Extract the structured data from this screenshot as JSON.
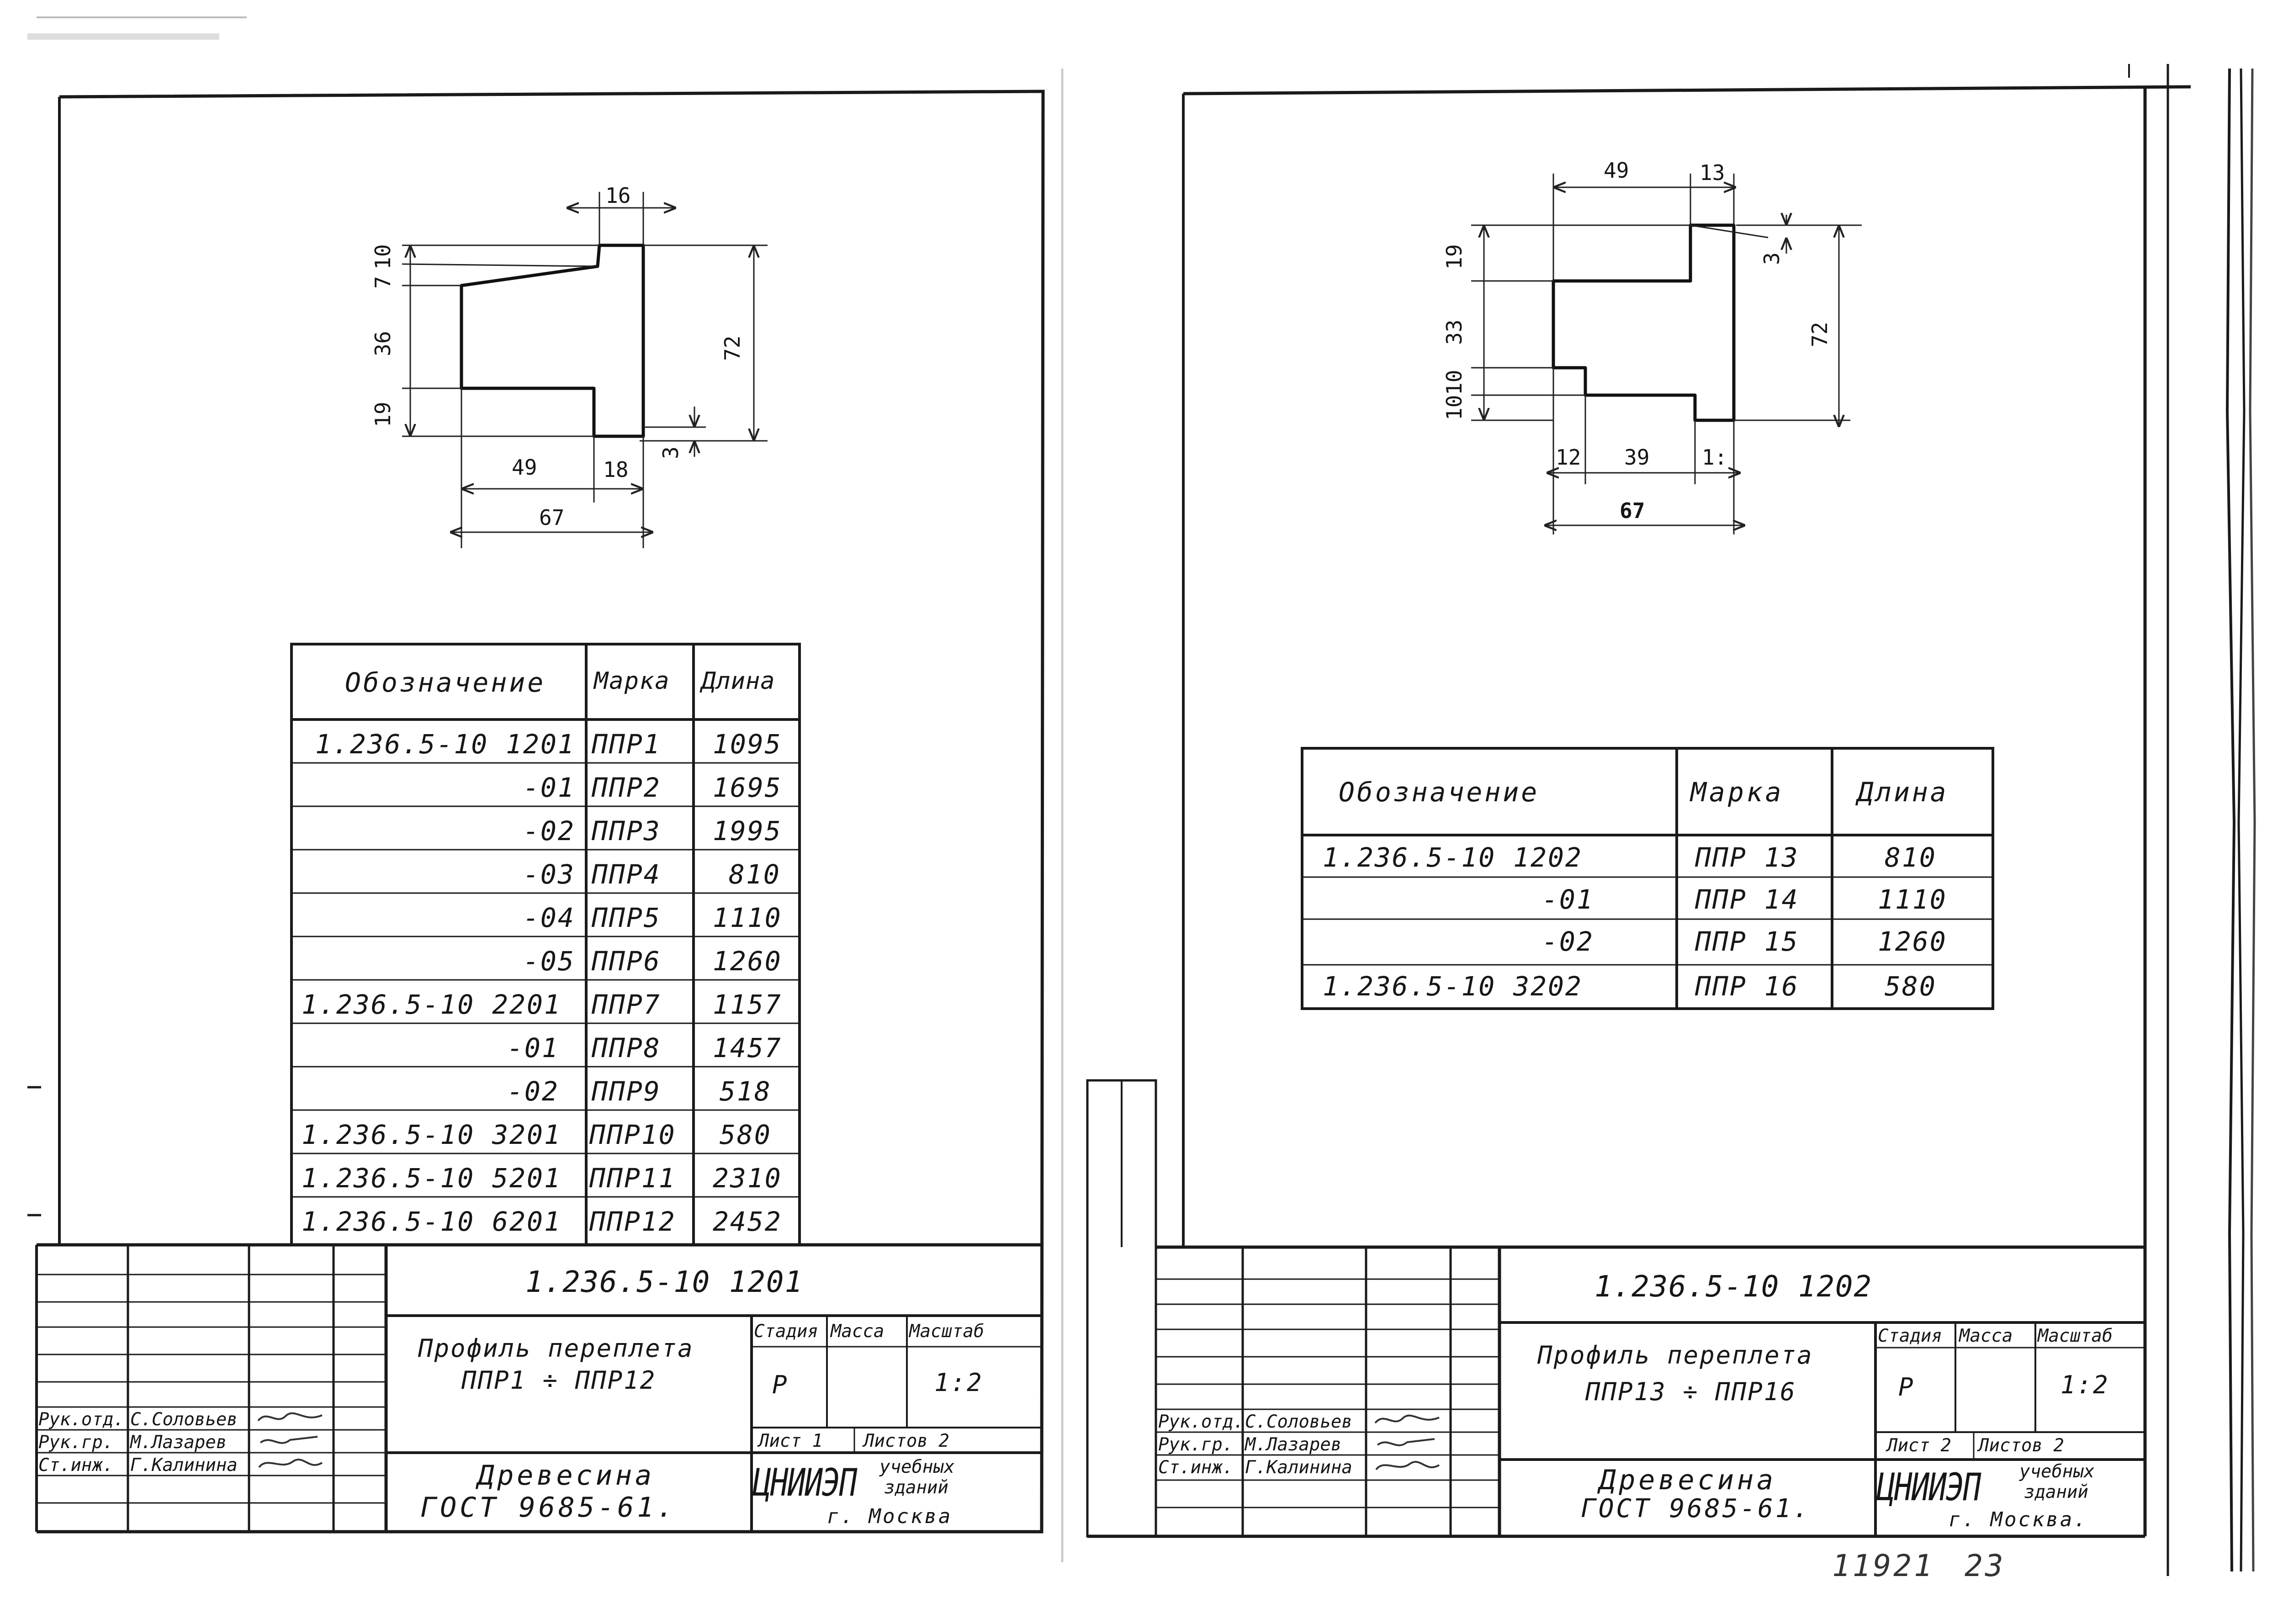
{
  "sheets": [
    {
      "dims": {
        "top_width": "16",
        "left_top": "7",
        "left_top2": "10",
        "left_mid": "36",
        "left_bottom": "19",
        "right_height": "72",
        "bottom_left": "49",
        "bottom_right": "18",
        "overall": "67",
        "lip": "3"
      },
      "table": {
        "headers": [
          "Обозначение",
          "Марка",
          "Длина"
        ],
        "rows": [
          [
            "1.236.5-10  1201",
            "ППР1",
            "1095"
          ],
          [
            "-01",
            "ППР2",
            "1695"
          ],
          [
            "-02",
            "ППР3",
            "1995"
          ],
          [
            "-03",
            "ППР4",
            "810"
          ],
          [
            "-04",
            "ППР5",
            "1110"
          ],
          [
            "-05",
            "ППР6",
            "1260"
          ],
          [
            "1.236.5-10  2201",
            "ППР7",
            "1157"
          ],
          [
            "-01",
            "ППР8",
            "1457"
          ],
          [
            "-02",
            "ППР9",
            "518"
          ],
          [
            "1.236.5-10  3201",
            "ППР10",
            "580"
          ],
          [
            "1.236.5-10  5201",
            "ППР11",
            "2310"
          ],
          [
            "1.236.5-10  6201",
            "ППР12",
            "2452"
          ]
        ]
      },
      "title_block": {
        "code": "1.236.5-10  1201",
        "title_line1": "Профиль переплета",
        "title_line2": "ППР1 ÷ ППР12",
        "stage_label": "Стадия",
        "mass_label": "Масса",
        "scale_label": "Масштаб",
        "stage": "Р",
        "mass": "",
        "scale": "1:2",
        "sheet": "Лист 1",
        "sheets": "Листов 2",
        "material": "Древесина",
        "standard": "ГОСТ 9685-61.",
        "org": "ЦНИИЭП",
        "org_line1": "учебных",
        "org_line2": "зданий",
        "city": "г. Москва",
        "roles": [
          {
            "role": "Рук.отд.",
            "name": "С.Соловьев"
          },
          {
            "role": "Рук.гр.",
            "name": "М.Лазарев"
          },
          {
            "role": "Ст.инж.",
            "name": "Г.Калинина"
          }
        ]
      }
    },
    {
      "dims": {
        "top_left": "49",
        "top_right": "13",
        "left_top": "19",
        "left_mid": "33",
        "left_bot1": "10",
        "left_bot2": "10",
        "right_height": "72",
        "lip": "3",
        "bottom_a": "12",
        "bottom_b": "39",
        "bottom_c": "1:",
        "overall": "67"
      },
      "table": {
        "headers": [
          "Обозначение",
          "Марка",
          "Длина"
        ],
        "rows": [
          [
            "1.236.5-10  1202",
            "ППР 13",
            "810"
          ],
          [
            "-01",
            "ППР 14",
            "1110"
          ],
          [
            "-02",
            "ППР 15",
            "1260"
          ],
          [
            "1.236.5-10  3202",
            "ППР 16",
            "580"
          ]
        ]
      },
      "title_block": {
        "code": "1.236.5-10  1202",
        "title_line1": "Профиль переплета",
        "title_line2": "ППР13 ÷ ППР16",
        "stage_label": "Стадия",
        "mass_label": "Масса",
        "scale_label": "Масштаб",
        "stage": "Р",
        "mass": "",
        "scale": "1:2",
        "sheet": "Лист 2",
        "sheets": "Листов 2",
        "material": "Древесина",
        "standard": "ГОСТ 9685-61.",
        "org": "ЦНИИЭП",
        "org_line1": "учебных",
        "org_line2": "зданий",
        "city": "г. Москва.",
        "roles": [
          {
            "role": "Рук.отд.",
            "name": "С.Соловьев"
          },
          {
            "role": "Рук.гр.",
            "name": "М.Лазарев"
          },
          {
            "role": "Ст.инж.",
            "name": "Г.Калинина"
          }
        ]
      }
    }
  ],
  "footer": {
    "inventory": "11921",
    "page": "23"
  }
}
